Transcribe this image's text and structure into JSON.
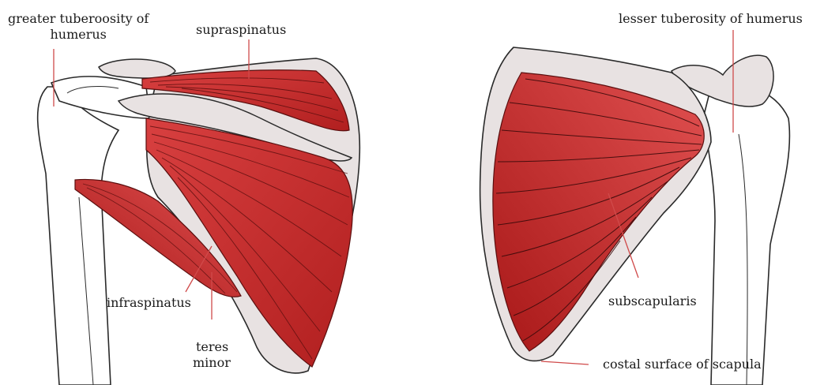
{
  "labels": {
    "greater_tuberosity_line1": "greater tuberoosity of",
    "greater_tuberosity_line2": "humerus",
    "supraspinatus": "supraspinatus",
    "lesser_tuberosity": "lesser tuberosity of humerus",
    "infraspinatus": "infraspinatus",
    "teres_minor_line1": "teres",
    "teres_minor_line2": "minor",
    "subscapularis": "subscapularis",
    "costal_surface": "costal surface of scapula"
  },
  "colors": {
    "muscle_red": "#c62828",
    "muscle_dark": "#8e1414",
    "bone_fill": "#e8e2e2",
    "outline": "#2a2a2a",
    "pointer_line": "#d04a4a"
  }
}
